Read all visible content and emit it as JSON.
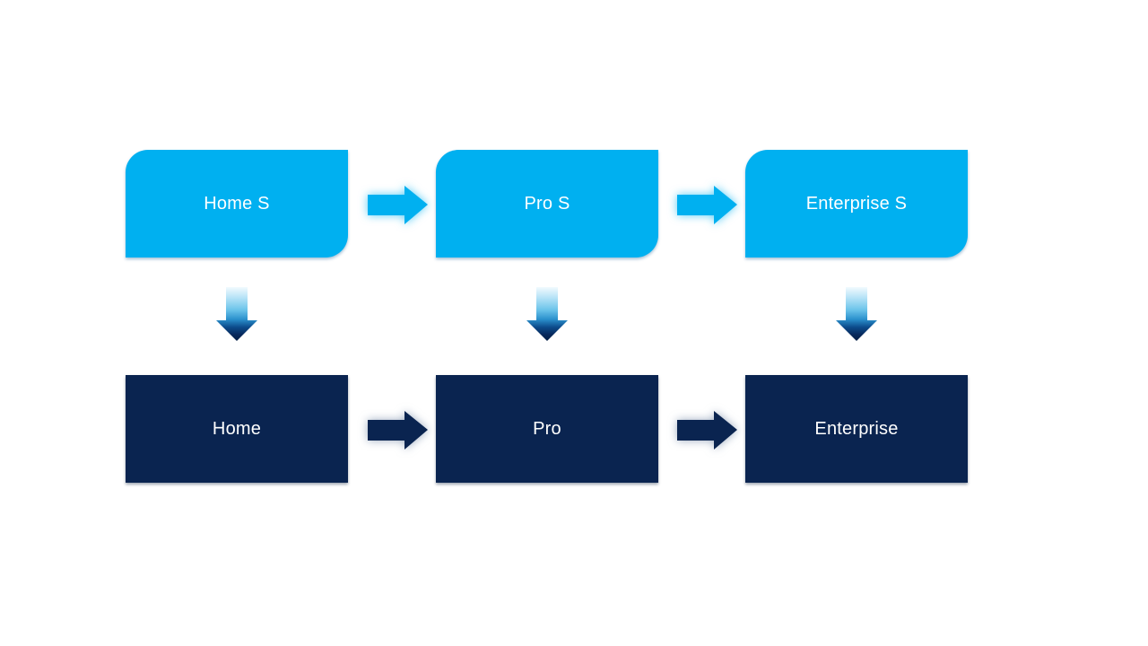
{
  "diagram": {
    "type": "process-upgrade-flow",
    "columns": [
      {
        "top_label": "Home S",
        "bottom_label": "Home"
      },
      {
        "top_label": "Pro S",
        "bottom_label": "Pro"
      },
      {
        "top_label": "Enterprise S",
        "bottom_label": "Enterprise"
      }
    ],
    "arrows": {
      "top_row_direction": "right",
      "bottom_row_direction": "right",
      "column_direction": "down"
    },
    "colors": {
      "top_box_fill": "#00B0F0",
      "bottom_box_fill": "#0A2450",
      "label_text": "#FFFFFF",
      "top_arrow_fill": "#00B0F0",
      "top_arrow_glow": "#7FD8F8",
      "bottom_arrow_fill": "#0A2450",
      "bottom_arrow_glow": "#8CA0BE",
      "down_arrow_gradient_top": "#F2FAFE",
      "down_arrow_gradient_mid": "#2A90CC",
      "down_arrow_gradient_bottom": "#041F44",
      "background": "#FFFFFF"
    }
  }
}
